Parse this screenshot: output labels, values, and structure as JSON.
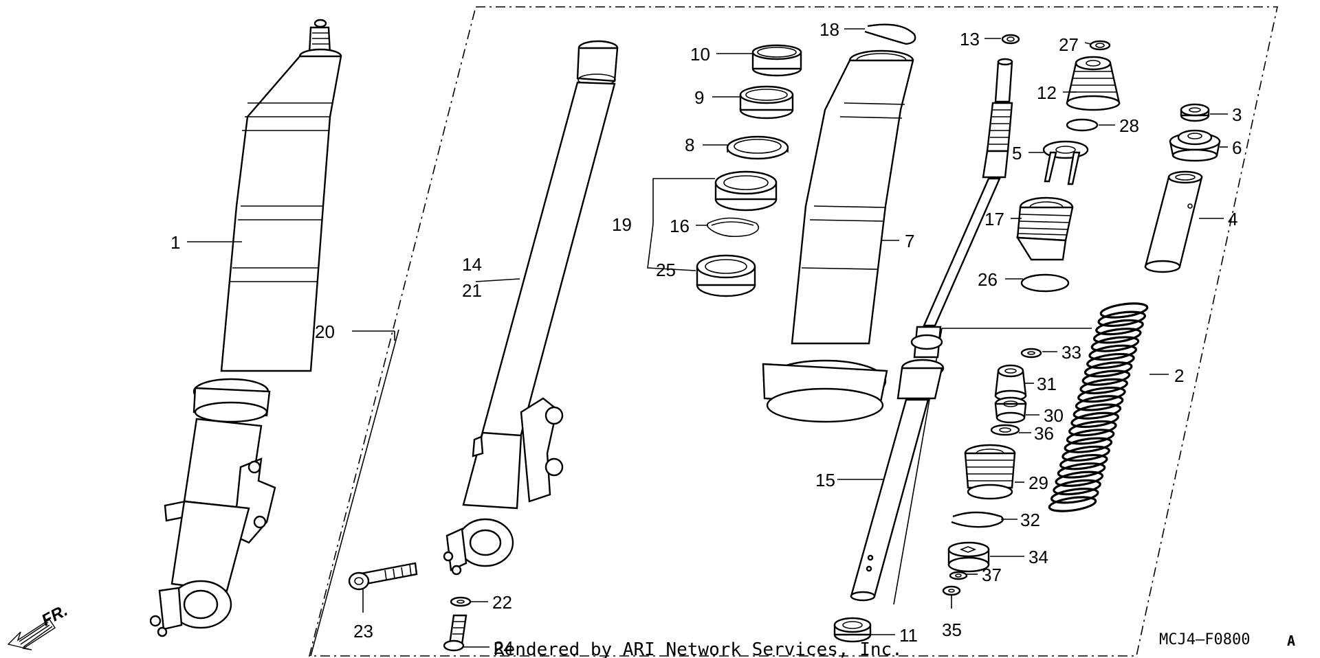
{
  "diagram": {
    "callouts": [
      {
        "id": "1",
        "text": "1"
      },
      {
        "id": "2",
        "text": "2"
      },
      {
        "id": "3",
        "text": "3"
      },
      {
        "id": "4",
        "text": "4"
      },
      {
        "id": "5",
        "text": "5"
      },
      {
        "id": "6",
        "text": "6"
      },
      {
        "id": "7",
        "text": "7"
      },
      {
        "id": "8",
        "text": "8"
      },
      {
        "id": "9",
        "text": "9"
      },
      {
        "id": "10",
        "text": "10"
      },
      {
        "id": "11",
        "text": "11"
      },
      {
        "id": "12",
        "text": "12"
      },
      {
        "id": "13",
        "text": "13"
      },
      {
        "id": "14",
        "text": "14"
      },
      {
        "id": "15",
        "text": "15"
      },
      {
        "id": "16",
        "text": "16"
      },
      {
        "id": "17",
        "text": "17"
      },
      {
        "id": "18",
        "text": "18"
      },
      {
        "id": "19",
        "text": "19"
      },
      {
        "id": "20",
        "text": "20"
      },
      {
        "id": "21",
        "text": "21"
      },
      {
        "id": "22",
        "text": "22"
      },
      {
        "id": "23",
        "text": "23"
      },
      {
        "id": "24",
        "text": "24"
      },
      {
        "id": "25",
        "text": "25"
      },
      {
        "id": "26",
        "text": "26"
      },
      {
        "id": "27",
        "text": "27"
      },
      {
        "id": "28",
        "text": "28"
      },
      {
        "id": "29",
        "text": "29"
      },
      {
        "id": "30",
        "text": "30"
      },
      {
        "id": "31",
        "text": "31"
      },
      {
        "id": "32",
        "text": "32"
      },
      {
        "id": "33",
        "text": "33"
      },
      {
        "id": "34",
        "text": "34"
      },
      {
        "id": "35",
        "text": "35"
      },
      {
        "id": "36",
        "text": "36"
      },
      {
        "id": "37",
        "text": "37"
      }
    ],
    "direction_arrow_text": "FR.",
    "credit": "Rendered by ARI Network Services, Inc.",
    "drawing_code": "MCJ4—F0800",
    "drawing_suffix": "A"
  }
}
